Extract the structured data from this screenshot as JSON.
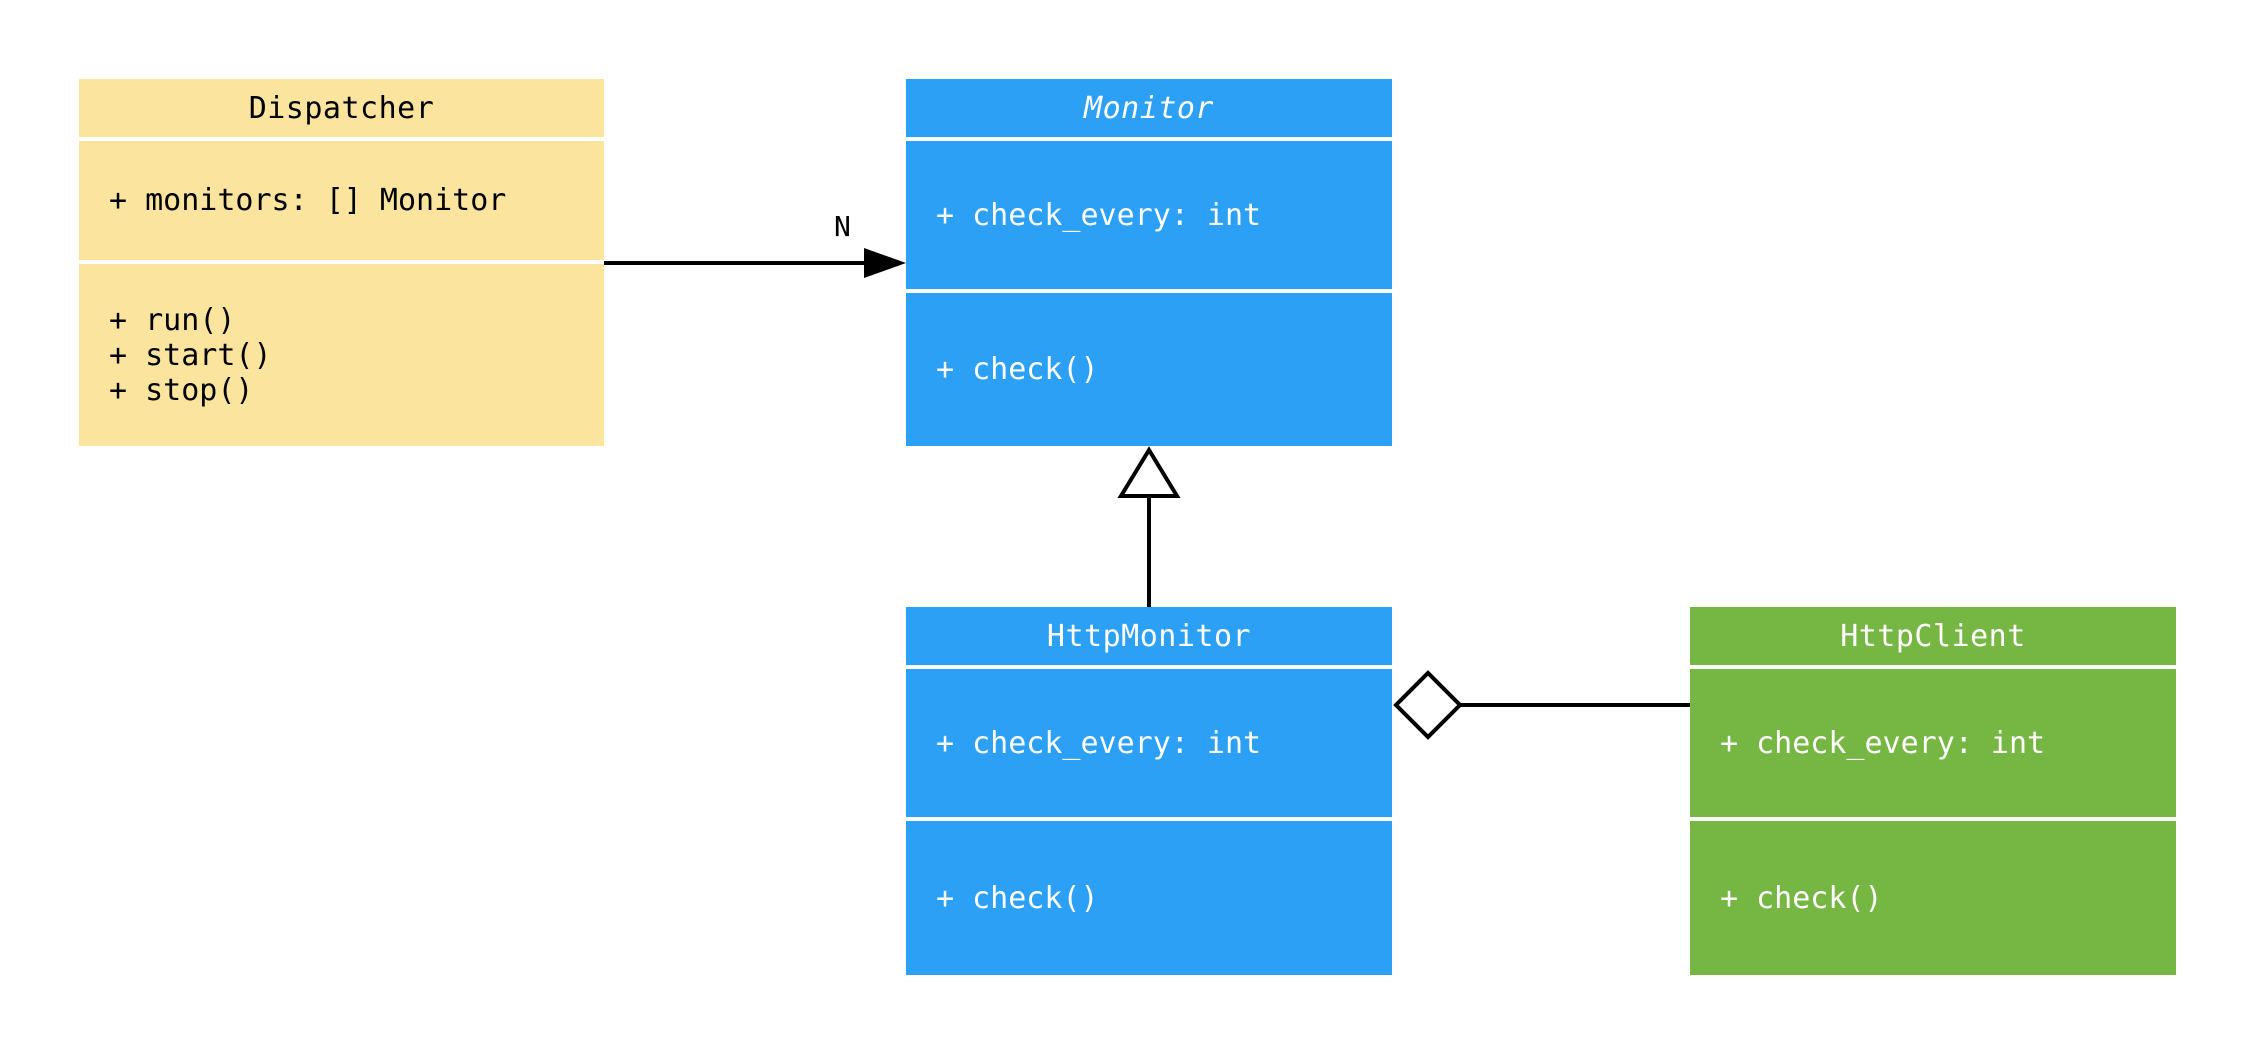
{
  "diagram": {
    "type": "uml-class-diagram",
    "background": "#ffffff",
    "edge_color": "#000000",
    "classes": {
      "dispatcher": {
        "name": "Dispatcher",
        "abstract": false,
        "fill": "#FAE49E",
        "text_color": "#000000",
        "attributes": [
          "+ monitors: [] Monitor"
        ],
        "methods": [
          "+ run()",
          "+ start()",
          "+ stop()"
        ]
      },
      "monitor": {
        "name": "Monitor",
        "abstract": true,
        "fill": "#2BA0F5",
        "text_color": "#ffffff",
        "attributes": [
          "+ check_every: int"
        ],
        "methods": [
          "+ check()"
        ]
      },
      "http_monitor": {
        "name": "HttpMonitor",
        "abstract": false,
        "fill": "#2BA0F5",
        "text_color": "#ffffff",
        "attributes": [
          "+ check_every: int"
        ],
        "methods": [
          "+ check()"
        ]
      },
      "http_client": {
        "name": "HttpClient",
        "abstract": false,
        "fill": "#76B643",
        "text_color": "#ffffff",
        "attributes": [
          "+ check_every: int"
        ],
        "methods": [
          "+ check()"
        ]
      }
    },
    "relations": [
      {
        "from": "Dispatcher",
        "to": "Monitor",
        "type": "directed-association",
        "label": "N"
      },
      {
        "from": "HttpMonitor",
        "to": "Monitor",
        "type": "inheritance",
        "label": ""
      },
      {
        "from": "HttpMonitor",
        "to": "HttpClient",
        "type": "aggregation",
        "label": ""
      }
    ]
  }
}
